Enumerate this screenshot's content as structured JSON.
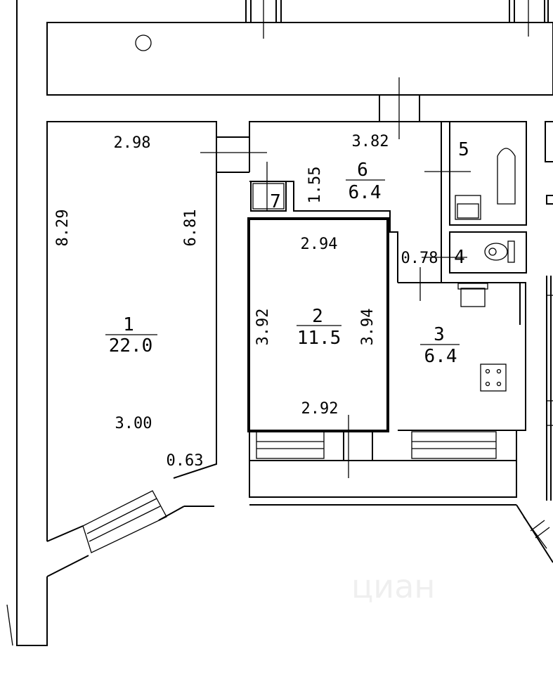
{
  "rooms": [
    {
      "number": "1",
      "area": "22.0"
    },
    {
      "number": "2",
      "area": "11.5"
    },
    {
      "number": "3",
      "area": "6.4"
    },
    {
      "number": "4"
    },
    {
      "number": "5"
    },
    {
      "number": "6",
      "area": "6.4"
    },
    {
      "number": "7"
    }
  ],
  "dimensions": {
    "d_2_98": "2.98",
    "d_8_29": "8.29",
    "d_6_81": "6.81",
    "d_3_00": "3.00",
    "d_0_63": "0.63",
    "d_3_82": "3.82",
    "d_1_55": "1.55",
    "d_2_94": "2.94",
    "d_3_92": "3.92",
    "d_3_94": "3.94",
    "d_2_92": "2.92",
    "d_0_78": "0.78"
  },
  "watermark": "циан"
}
